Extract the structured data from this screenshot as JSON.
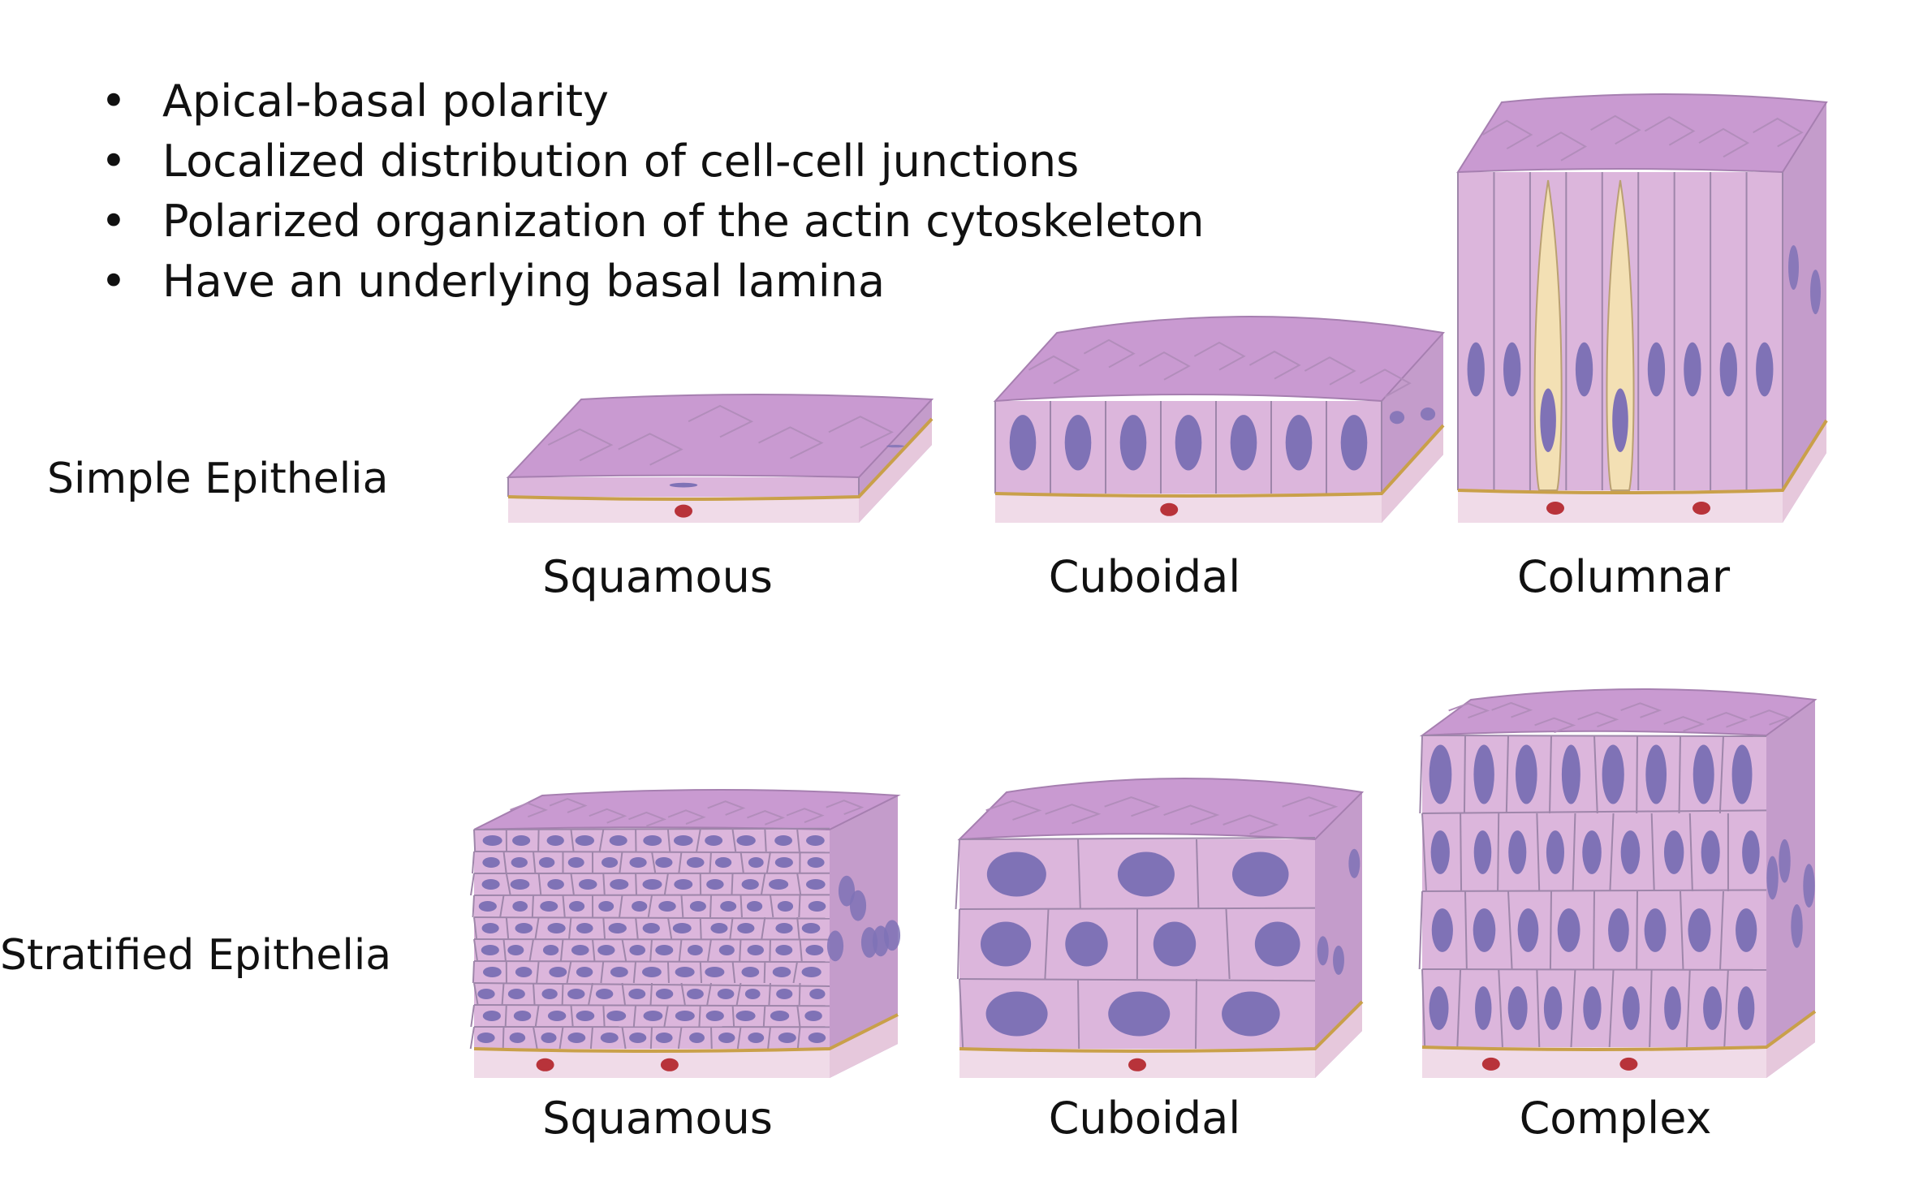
{
  "bullets": [
    "Apical-basal polarity",
    "Localized distribution of cell-cell junctions",
    "Polarized organization of the actin cytoskeleton",
    "Have an underlying basal lamina"
  ],
  "bullet_glyph": "•",
  "rows": {
    "simple": {
      "label": "Simple Epithelia",
      "captions": [
        "Squamous",
        "Cuboidal",
        "Columnar"
      ]
    },
    "stratified": {
      "label": "Stratified Epithelia",
      "captions": [
        "Squamous",
        "Cuboidal",
        "Complex"
      ]
    }
  },
  "colors": {
    "cell_fill": "#dcb6dc",
    "cell_top": "#c99ad1",
    "cell_side": "#c49ccb",
    "nucleus": "#7f72b6",
    "basal_lamina": "#c9a04a",
    "connective": "#f0dbe8",
    "goblet": "#f3e0b4",
    "red_cell": "#b8333a"
  }
}
